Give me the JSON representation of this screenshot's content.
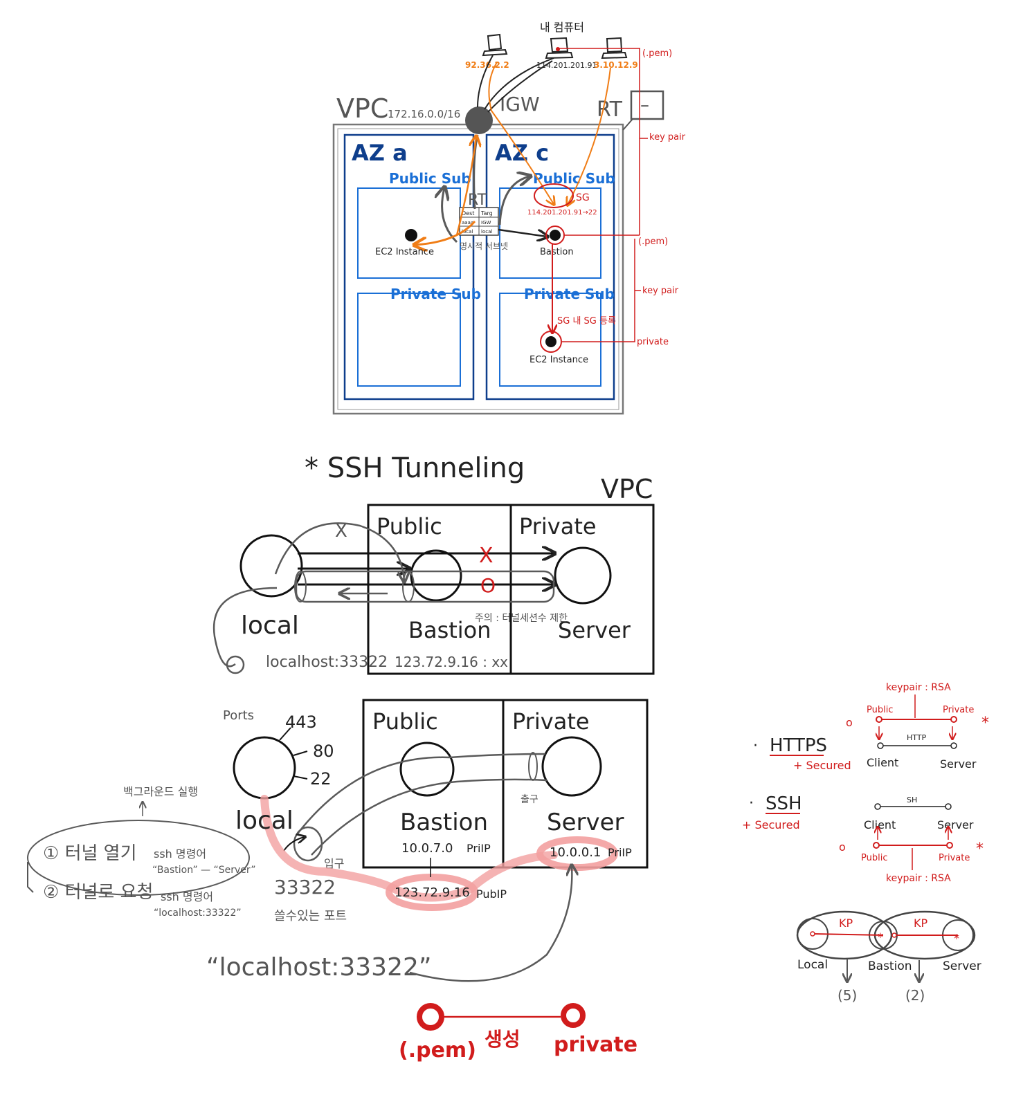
{
  "colors": {
    "ink": "#222222",
    "gray": "#5a5a5a",
    "red": "#d11c1c",
    "pink_highlight": "#f3a0a0",
    "blue": "#1a6fd6",
    "navy": "#0e3e8c",
    "orange": "#f07d16"
  },
  "vpc_diagram": {
    "my_computer": "내 컴퓨터",
    "ips": [
      "92.36.2.2",
      "114.201.201.91",
      "3.10.12.9"
    ],
    "vpc": "VPC",
    "vpc_cidr": "172.16.0.0/16",
    "igw": "IGW",
    "rt": "RT",
    "rt_box": "–",
    "rt_center": "RT",
    "az_a": "AZ a",
    "az_c": "AZ c",
    "public_sub": "Public Sub",
    "private_sub": "Private Sub",
    "ec2_instance": "EC2 Instance",
    "bastion": "Bastion",
    "routing_table_cells": [
      "Dest",
      "Targ",
      "aaaa",
      "IGW",
      "local",
      "local"
    ],
    "routing_label": "명시적 서브넷",
    "sg": "SG",
    "sg_rule": "114.201.201.91→22",
    "sg_registered": "SG 내 SG 등록",
    "pem_top": "(.pem)",
    "keypair_top": "key pair",
    "pem_mid": "(.pem)",
    "keypair_mid": "key pair",
    "private_label": "private"
  },
  "tunnel_diagram": {
    "title": "* SSH Tunneling",
    "vpc": "VPC",
    "public": "Public",
    "private": "Private",
    "local": "local",
    "bastion": "Bastion",
    "server": "Server",
    "mark_x": "X",
    "mark_o": "O",
    "note": "주의 : 터널세션수 제한",
    "localhost": "localhost:33322",
    "bastion_addr": "123.72.9.16 : xx"
  },
  "ports_diagram": {
    "ports_label": "Ports",
    "port_443": "443",
    "port_80": "80",
    "port_22": "22",
    "public": "Public",
    "private": "Private",
    "local": "local",
    "bastion": "Bastion",
    "server": "Server",
    "bastion_priv_ip": "10.0.7.0",
    "pri_ip_label": "PriIP",
    "server_priv_ip": "10.0.0.1",
    "server_pri_ip_label": "PriIP",
    "bastion_pub_ip": "123.72.9.16",
    "pub_ip_label": "PubIP",
    "entrance": "입구",
    "exit": "출구",
    "local_port": "33322",
    "usable_port": "쓸수있는 포트",
    "background_run": "백그라운드 실행",
    "step1": "① 터널 열기",
    "step1_cmd": "ssh 명령어",
    "step1_arg": "“Bastion” — “Server”",
    "step2": "② 터널로 요청",
    "step2_cmd": "ssh 명령어",
    "step2_arg": "“localhost:33322”",
    "quote": "“localhost:33322”"
  },
  "key_generation": {
    "pem": "(.pem)",
    "generate": "생성",
    "private": "private"
  },
  "protocols": {
    "https": "HTTPS",
    "https_secured": "+ Secured",
    "ssh": "SSH",
    "ssh_secured": "+ Secured",
    "keypair_rsa_top": "keypair : RSA",
    "public_top": "Public",
    "private_top": "Private",
    "http": "HTTP",
    "client_top": "Client",
    "server_top": "Server",
    "o_top": "o",
    "star_top": "*",
    "sh": "SH",
    "client_bottom": "Client",
    "server_bottom": "Server",
    "public_bottom": "Public",
    "private_bottom": "Private",
    "keypair_rsa_bottom": "keypair : RSA",
    "o_bottom": "o",
    "star_bottom": "*"
  },
  "kp_diagram": {
    "kp1": "KP",
    "kp2": "KP",
    "local": "Local",
    "bastion": "Bastion",
    "server": "Server",
    "count_local": "(5)",
    "count_server": "(2)"
  }
}
